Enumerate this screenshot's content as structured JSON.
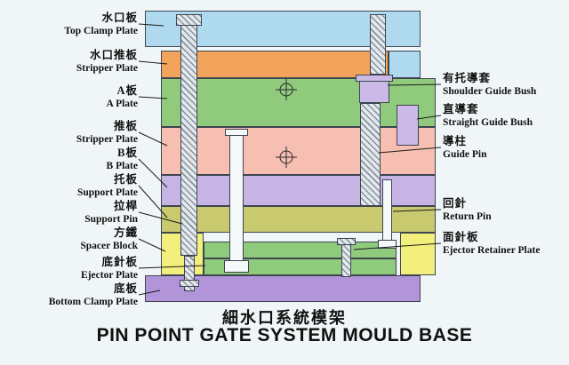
{
  "title": {
    "cn": "細水口系統模架",
    "en": "PIN POINT GATE SYSTEM MOULD BASE"
  },
  "left_labels": [
    {
      "cn": "水口板",
      "en": "Top Clamp Plate"
    },
    {
      "cn": "水口推板",
      "en": "Stripper Plate"
    },
    {
      "cn": "A板",
      "en": "A Plate"
    },
    {
      "cn": "推板",
      "en": "Stripper Plate"
    },
    {
      "cn": "B板",
      "en": "B Plate"
    },
    {
      "cn": "托板",
      "en": "Support Plate"
    },
    {
      "cn": "拉桿",
      "en": "Support Pin"
    },
    {
      "cn": "方鐵",
      "en": "Spacer Block"
    },
    {
      "cn": "底針板",
      "en": "Ejector Plate"
    },
    {
      "cn": "底板",
      "en": "Bottom Clamp Plate"
    }
  ],
  "right_labels": [
    {
      "cn": "有托導套",
      "en": "Shoulder Guide Bush"
    },
    {
      "cn": "直導套",
      "en": "Straight Guide Bush"
    },
    {
      "cn": "導柱",
      "en": "Guide Pin"
    },
    {
      "cn": "回針",
      "en": "Return Pin"
    },
    {
      "cn": "面針板",
      "en": "Ejector Retainer Plate"
    }
  ],
  "colors": {
    "background": "#f0f6f7",
    "top_clamp_plate": "#aed9ee",
    "runner_stripper_plate": "#f2a45c",
    "a_plate": "#8fca7d",
    "stripper_plate": "#f6bfb2",
    "b_plate": "#c6b4e4",
    "support_plate": "#c9ca70",
    "spacer_block": "#f3ef7d",
    "ejector_plates": "#8fca7d",
    "bottom_clamp_plate": "#b195d8",
    "guide_bush": "#cbb9e8",
    "outline": "#3e4550",
    "text": "#111111"
  }
}
